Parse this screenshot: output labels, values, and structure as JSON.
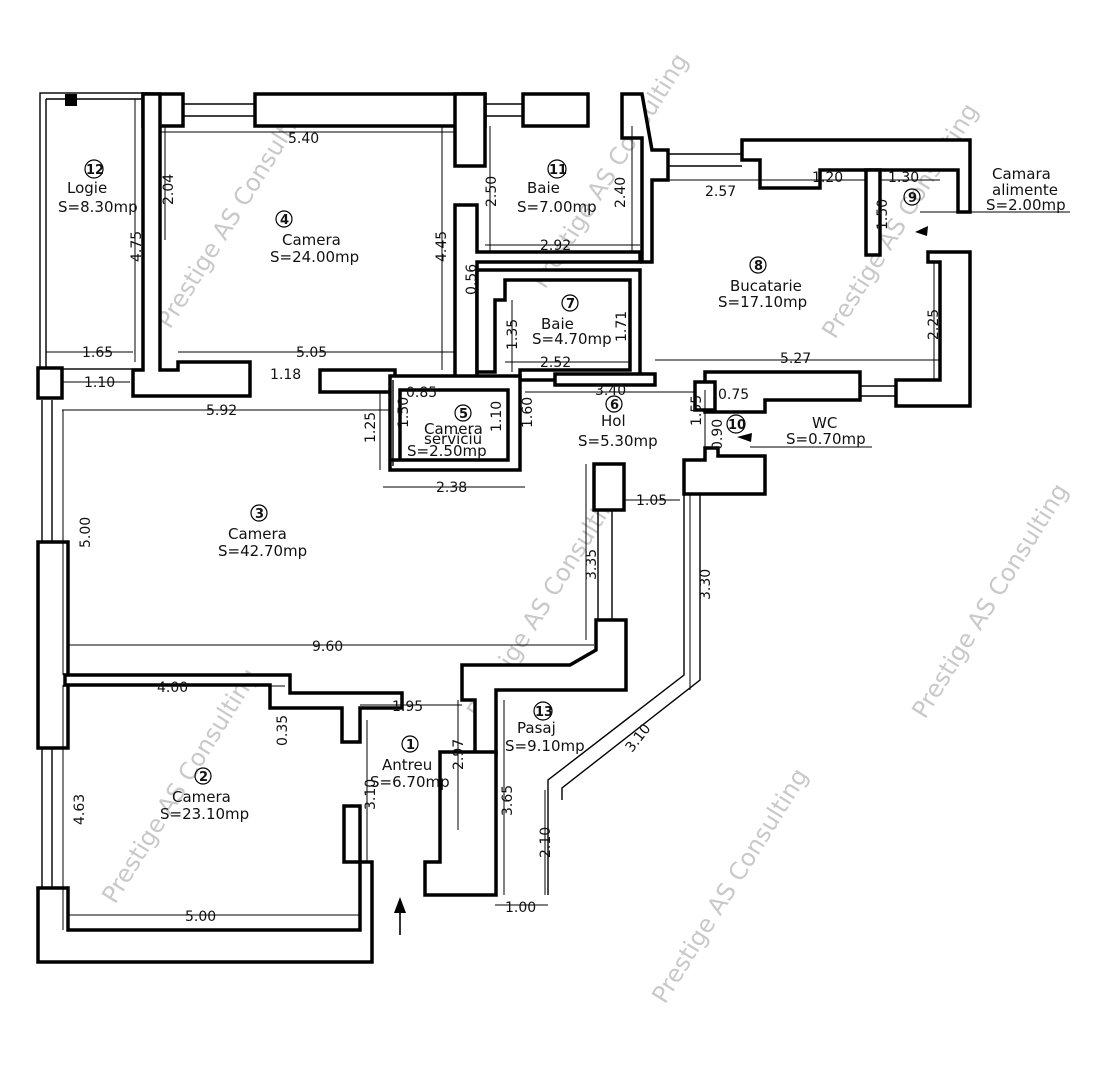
{
  "watermark": "Prestige AS Consulting",
  "rooms": [
    {
      "id": "1",
      "name": "Antreu",
      "area": "S=6.70mp"
    },
    {
      "id": "2",
      "name": "Camera",
      "area": "S=23.10mp"
    },
    {
      "id": "3",
      "name": "Camera",
      "area": "S=42.70mp"
    },
    {
      "id": "4",
      "name": "Camera",
      "area": "S=24.00mp"
    },
    {
      "id": "5",
      "name": "Camera",
      "name2": "serviciu",
      "area": "S=2.50mp"
    },
    {
      "id": "6",
      "name": "Hol",
      "area": "S=5.30mp"
    },
    {
      "id": "7",
      "name": "Baie",
      "area": "S=4.70mp"
    },
    {
      "id": "8",
      "name": "Bucatarie",
      "area": "S=17.10mp"
    },
    {
      "id": "9",
      "name": "Camara",
      "name2": "alimente",
      "area": "S=2.00mp"
    },
    {
      "id": "10",
      "name": "WC",
      "area": "S=0.70mp"
    },
    {
      "id": "11",
      "name": "Baie",
      "area": "S=7.00mp"
    },
    {
      "id": "12",
      "name": "Logie",
      "area": "S=8.30mp"
    },
    {
      "id": "13",
      "name": "Pasaj",
      "area": "S=9.10mp"
    }
  ],
  "dimensions": [
    "5.40",
    "2.04",
    "4.45",
    "5.05",
    "4.75",
    "1.65",
    "1.10",
    "1.18",
    "5.92",
    "2.50",
    "2.40",
    "2.92",
    "0.56",
    "1.35",
    "1.71",
    "2.52",
    "2.57",
    "1.20",
    "1.30",
    "1.50",
    "2.25",
    "5.27",
    "3.40",
    "0.75",
    "1.55",
    "0.90",
    "0.85",
    "1.50",
    "1.10",
    "1.60",
    "1.25",
    "2.38",
    "1.05",
    "5.00",
    "3.35",
    "3.30",
    "9.60",
    "4.00",
    "0.35",
    "1.95",
    "2.97",
    "3.65",
    "3.10",
    "4.63",
    "3.10",
    "2.10",
    "1.00",
    "5.00"
  ]
}
